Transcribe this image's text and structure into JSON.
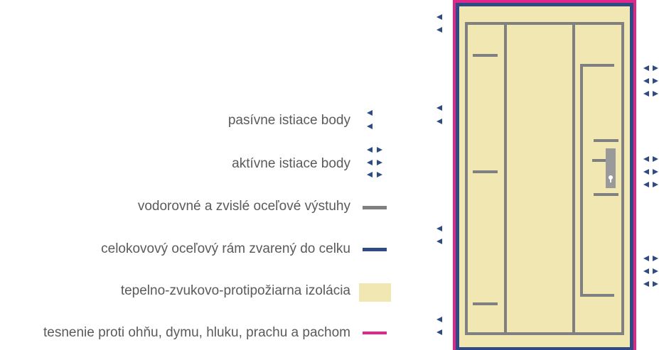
{
  "legend": {
    "passive": "pasívne istiace body",
    "active": "aktívne istiace body",
    "reinforcement": "vodorovné a zvislé oceľové výstuhy",
    "frame": "celokovový oceľový rám zvarený do celku",
    "insulation": "tepelno-zvukovo-protipožiarna izolácia",
    "seal": "tesnenie proti ohňu, dymu, hluku, prachu a pachom"
  },
  "colors": {
    "seal": "#e0278a",
    "frame": "#2f4b83",
    "insulation": "#f1e7b2",
    "reinforcement": "#808080",
    "marker": "#2f4b83"
  }
}
